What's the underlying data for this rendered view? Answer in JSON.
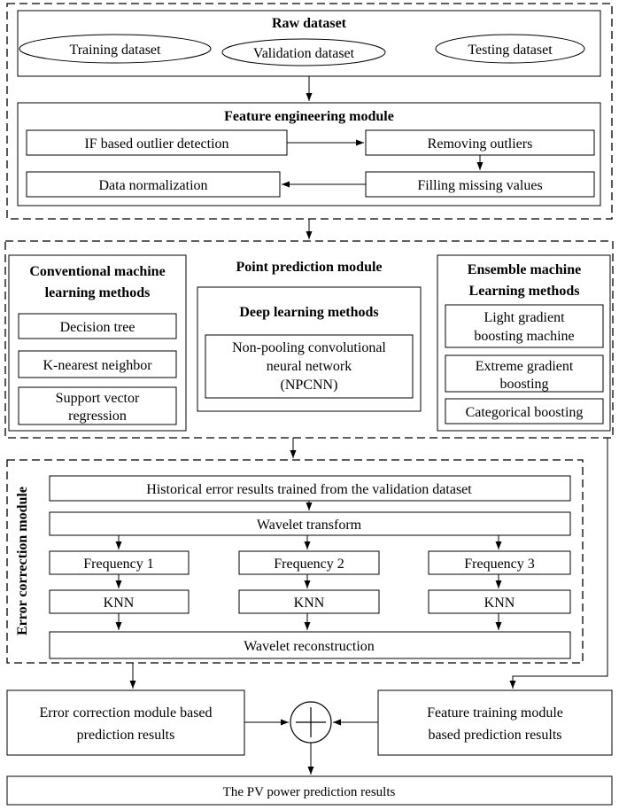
{
  "raw_dataset": {
    "title": "Raw dataset",
    "items": [
      "Training dataset",
      "Validation dataset",
      "Testing dataset"
    ]
  },
  "feature_engineering": {
    "title": "Feature engineering module",
    "steps": {
      "if_outlier": "IF based outlier detection",
      "removing": "Removing outliers",
      "filling": "Filling  missing values",
      "normalization": "Data normalization"
    }
  },
  "point_prediction": {
    "title": "Point prediction module",
    "conventional": {
      "title_line1": "Conventional machine",
      "title_line2": "learning methods",
      "items": [
        {
          "lines": [
            "Decision tree"
          ]
        },
        {
          "lines": [
            "K-nearest neighbor"
          ]
        },
        {
          "lines": [
            "Support vector",
            "regression"
          ]
        }
      ]
    },
    "deep": {
      "title": "Deep learning methods",
      "items": [
        {
          "lines": [
            "Non-pooling convolutional",
            "neural network",
            "(NPCNN)"
          ]
        }
      ]
    },
    "ensemble": {
      "title_line1": "Ensemble machine",
      "title_line2": "Learning methods",
      "items": [
        {
          "lines": [
            "Light gradient",
            "boosting machine"
          ]
        },
        {
          "lines": [
            "Extreme gradient",
            "boosting"
          ]
        },
        {
          "lines": [
            "Categorical boosting"
          ]
        }
      ]
    }
  },
  "error_correction": {
    "side_label": "Error correction module",
    "historical": "Historical error results trained from the validation dataset",
    "wavelet_transform": "Wavelet transform",
    "frequencies": [
      "Frequency 1",
      "Frequency 2",
      "Frequency 3"
    ],
    "knn": "KNN",
    "wavelet_reconstruction": "Wavelet reconstruction"
  },
  "results": {
    "error_based_line1": "Error correction module based",
    "error_based_line2": "prediction results",
    "feature_based_line1": "Feature training module",
    "feature_based_line2": "based prediction results",
    "final": "The PV power  prediction results"
  }
}
